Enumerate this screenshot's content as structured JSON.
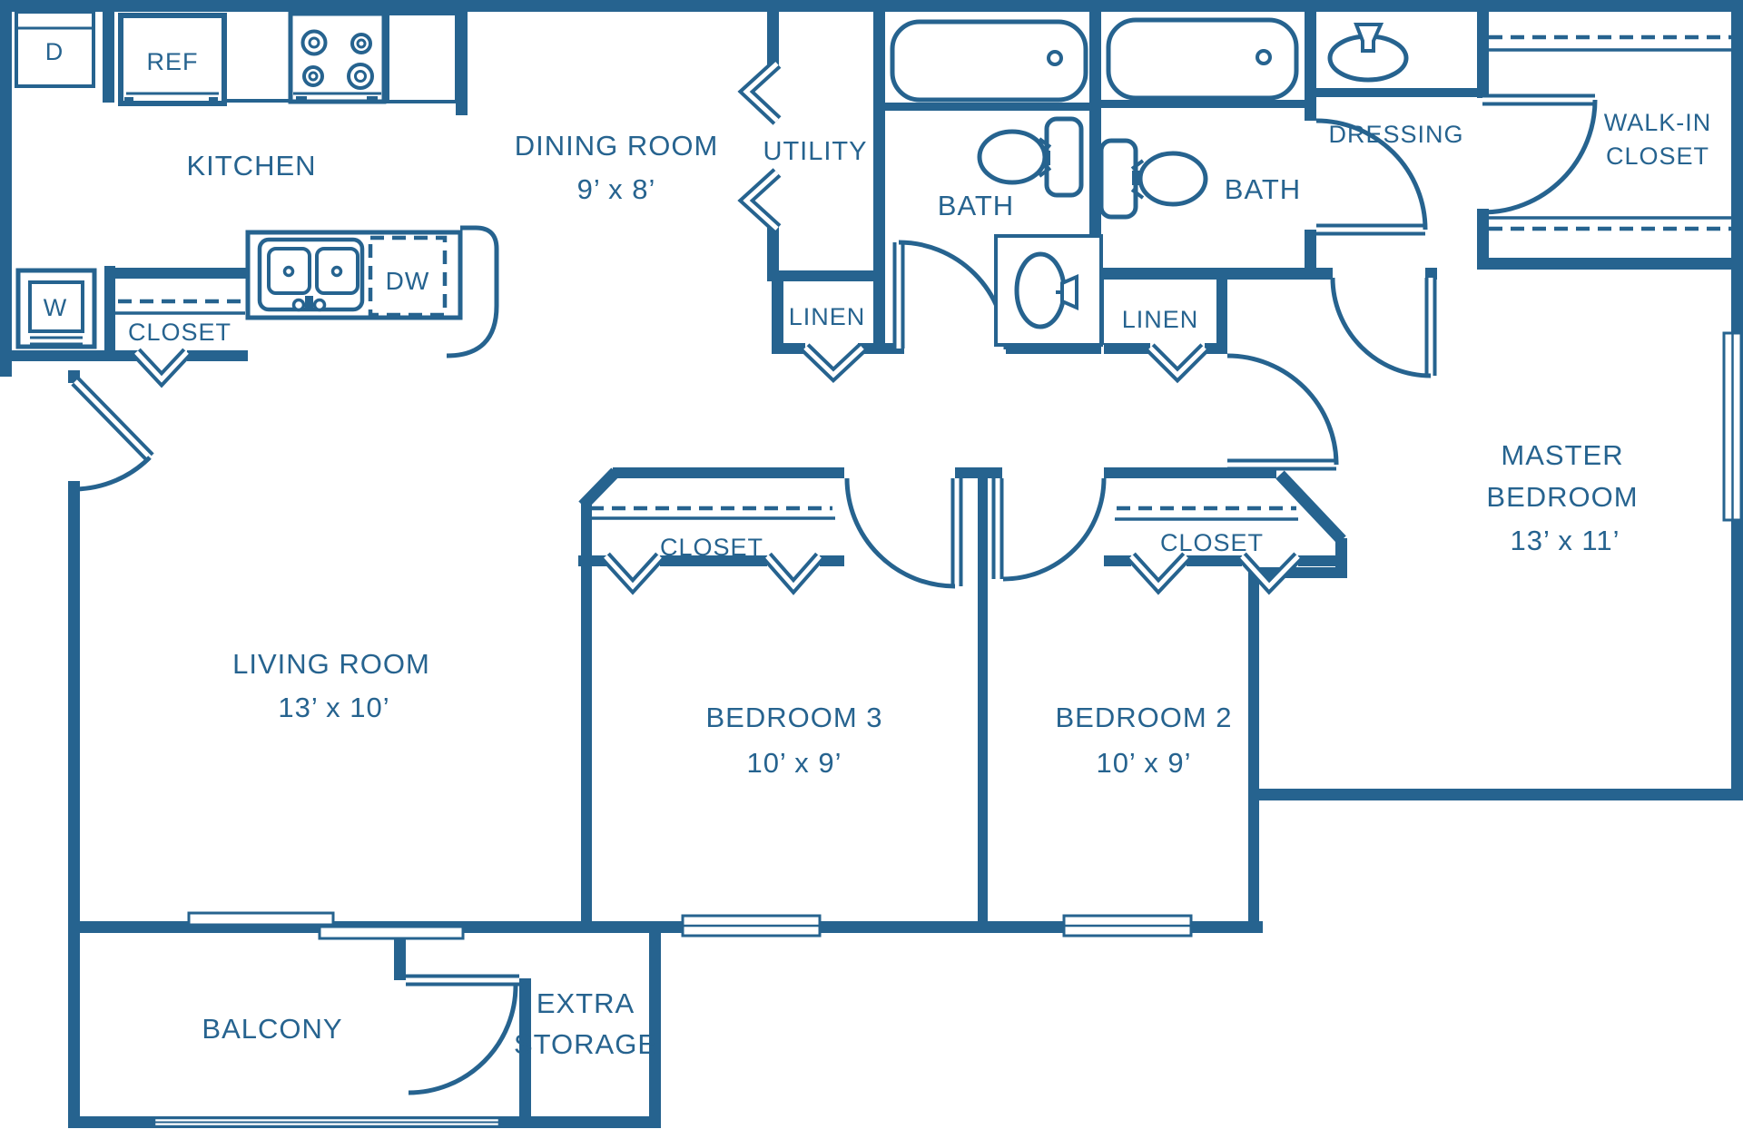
{
  "theme": {
    "accent_color": "#26638f",
    "background_color": "#ffffff"
  },
  "rooms": {
    "kitchen": {
      "label": "KITCHEN"
    },
    "dining": {
      "label": "DINING ROOM",
      "dims": "9’ x 8’"
    },
    "utility": {
      "label": "UTILITY"
    },
    "bath1": {
      "label": "BATH"
    },
    "bath2": {
      "label": "BATH"
    },
    "dressing": {
      "label": "DRESSING"
    },
    "walkin": {
      "label_line1": "WALK-IN",
      "label_line2": "CLOSET"
    },
    "linen1": {
      "label": "LINEN"
    },
    "linen2": {
      "label": "LINEN"
    },
    "closet_kitchen": {
      "label": "CLOSET"
    },
    "closet_bed3": {
      "label": "CLOSET"
    },
    "closet_bed2": {
      "label": "CLOSET"
    },
    "master": {
      "label_line1": "MASTER",
      "label_line2": "BEDROOM",
      "dims": "13’ x 11’"
    },
    "living": {
      "label": "LIVING ROOM",
      "dims": "13’ x 10’"
    },
    "bed3": {
      "label": "BEDROOM 3",
      "dims": "10’ x 9’"
    },
    "bed2": {
      "label": "BEDROOM 2",
      "dims": "10’ x 9’"
    },
    "balcony": {
      "label": "BALCONY"
    },
    "storage": {
      "label_line1": "EXTRA",
      "label_line2": "STORAGE"
    }
  },
  "appliances": {
    "dryer": "D",
    "washer": "W",
    "refrigerator": "REF",
    "dishwasher": "DW"
  }
}
